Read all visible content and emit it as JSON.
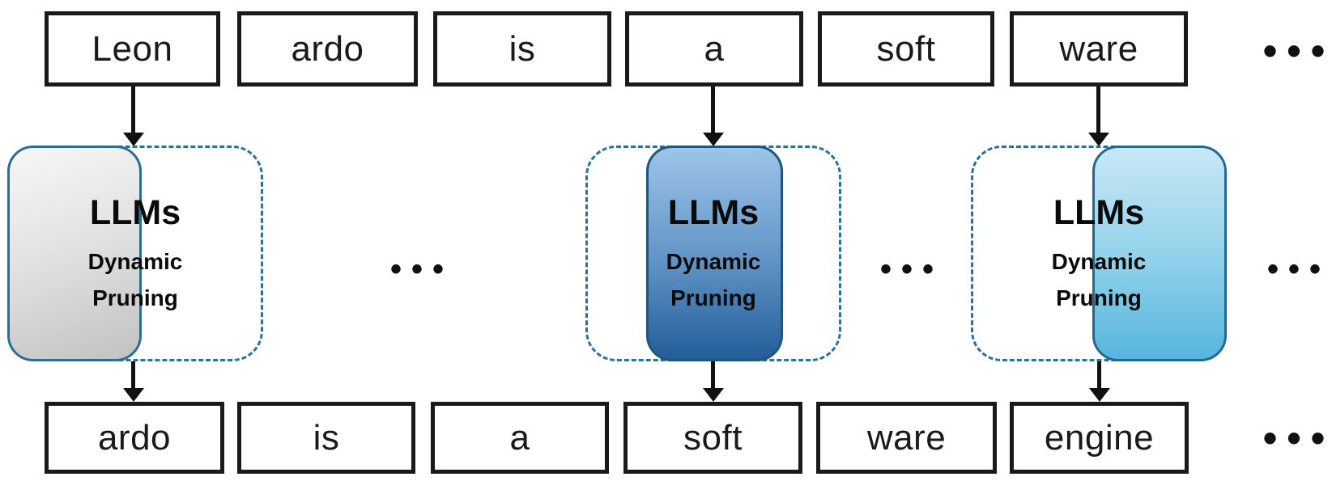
{
  "tokens": {
    "input": [
      "Leon",
      "ardo",
      "is",
      "a",
      "soft",
      "ware"
    ],
    "output": [
      "ardo",
      "is",
      "a",
      "soft",
      "ware",
      "engine"
    ]
  },
  "llm_blocks": [
    {
      "title": "LLMs",
      "subtitle": [
        "Dynamic",
        "Pruning"
      ],
      "active_region": "left",
      "fill_gradient": [
        "#f7f7f7",
        "#c2c2c2"
      ],
      "border_color": "#2b6e91"
    },
    {
      "title": "LLMs",
      "subtitle": [
        "Dynamic",
        "Pruning"
      ],
      "active_region": "center",
      "fill_gradient": [
        "#9dc5ea",
        "#235d9a"
      ],
      "border_color": "#1d567f"
    },
    {
      "title": "LLMs",
      "subtitle": [
        "Dynamic",
        "Pruning"
      ],
      "active_region": "right",
      "fill_gradient": [
        "#c9e8f6",
        "#57b5de"
      ],
      "border_color": "#24698d"
    }
  ],
  "ellipsis": {
    "glyph": "•••"
  },
  "colors": {
    "dashed_outline": "#2e7096",
    "token_box_border": "#1a1a1a",
    "arrow": "#111111",
    "text": "#111111",
    "background": "#ffffff"
  }
}
